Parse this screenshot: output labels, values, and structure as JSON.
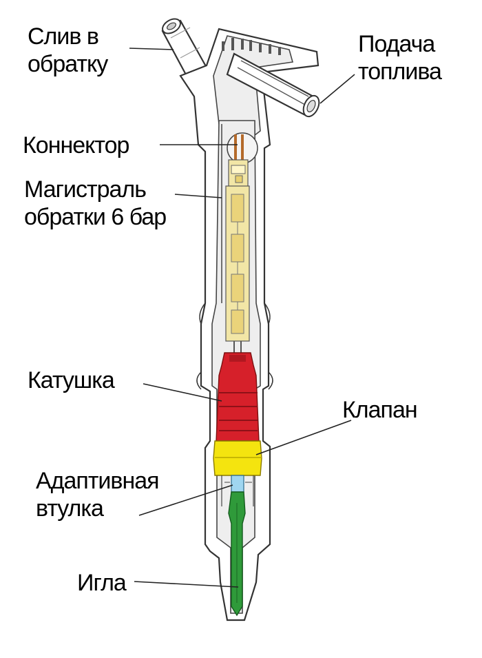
{
  "labels": {
    "drain": "Слив в\nобратку",
    "fuel_supply": "Подача\nтоплива",
    "connector": "Коннектор",
    "return_line": "Магистраль\nобратки 6 бар",
    "coil": "Катушка",
    "valve": "Клапан",
    "adaptive_sleeve": "Адаптивная\nвтулка",
    "needle": "Игла"
  },
  "colors": {
    "coil": "#d6202a",
    "valve": "#f4e40f",
    "needle": "#2f9a3a",
    "connector_body": "#f2e6a6",
    "body_fill": "#ffffff",
    "inner_fill": "#eeeeee",
    "sleeve": "#9fd6f0",
    "outline": "#333333"
  }
}
